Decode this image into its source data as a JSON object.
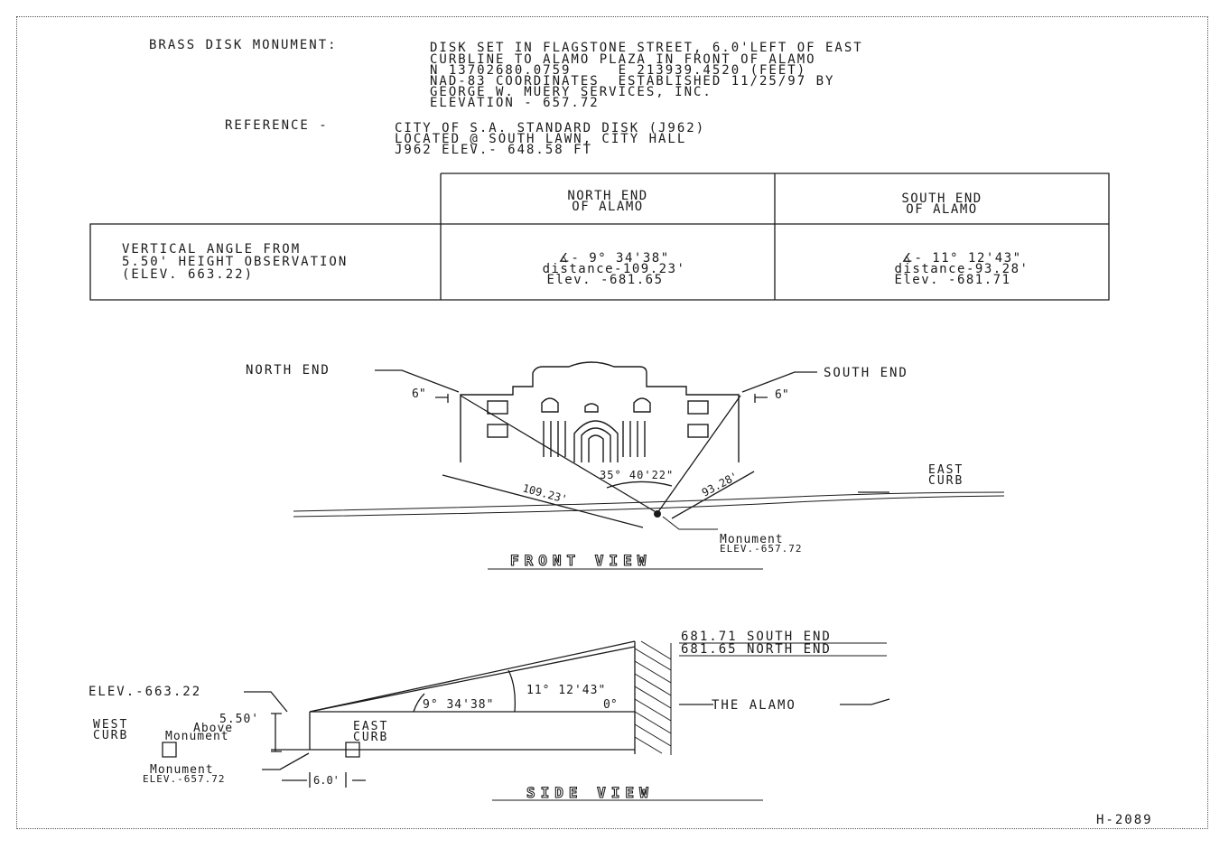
{
  "header": {
    "monument_label": "BRASS DISK MONUMENT:",
    "monument_lines": [
      "DISK SET IN FLAGSTONE STREET, 6.0'LEFT OF EAST",
      "CURBLINE TO ALAMO PLAZA IN FRONT OF ALAMO",
      "N 13702680.0759     E 213939.4520 (FEET)",
      "NAD-83 COORDINATES  ESTABLISHED 11/25/97 BY",
      "GEORGE W. MUERY SERVICES, INC.",
      "ELEVATION - 657.72"
    ],
    "reference_label": "REFERENCE -",
    "reference_lines": [
      "CITY OF S.A. STANDARD DISK (J962)",
      "LOCATED @ SOUTH LAWN, CITY HALL",
      "J962 ELEV.- 648.58 FT"
    ]
  },
  "table": {
    "col1": [
      "NORTH END",
      "OF ALAMO"
    ],
    "col2": [
      "SOUTH END",
      "OF ALAMO"
    ],
    "row_label": [
      "VERTICAL ANGLE FROM",
      "5.50' HEIGHT OBSERVATION",
      "(ELEV. 663.22)"
    ],
    "north_values": [
      "∡- 9° 34'38\"",
      "distance-109.23'",
      "Elev. -681.65"
    ],
    "south_values": [
      "∡- 11° 12'43\"",
      "distance-93.28'",
      "Elev. -681.71"
    ]
  },
  "front_view": {
    "north_end": "NORTH END",
    "south_end": "SOUTH END",
    "six_in_left": "6\"",
    "six_in_right": "6\"",
    "angle": "35° 40'22\"",
    "dist_north": "109.23'",
    "dist_south": "93.28'",
    "east_curb": [
      "EAST",
      "CURB"
    ],
    "monument": [
      "Monument",
      "ELEV.-657.72"
    ],
    "title": "FRONT VIEW"
  },
  "side_view": {
    "south_end": "681.71 SOUTH END",
    "north_end": "681.65 NORTH END",
    "elev_obs": "ELEV.-663.22",
    "height": [
      "5.50'",
      "Above",
      "Monument"
    ],
    "west_curb": [
      "WEST",
      "CURB"
    ],
    "east_curb": [
      "EAST",
      "CURB"
    ],
    "angle_north": "9° 34'38\"",
    "angle_south": "11° 12'43\"",
    "zero": "0°",
    "alamo": "THE ALAMO",
    "monument": [
      "Monument",
      "ELEV.-657.72"
    ],
    "offset": "6.0'",
    "title": "SIDE VIEW"
  },
  "sheet_id": "H-2089"
}
